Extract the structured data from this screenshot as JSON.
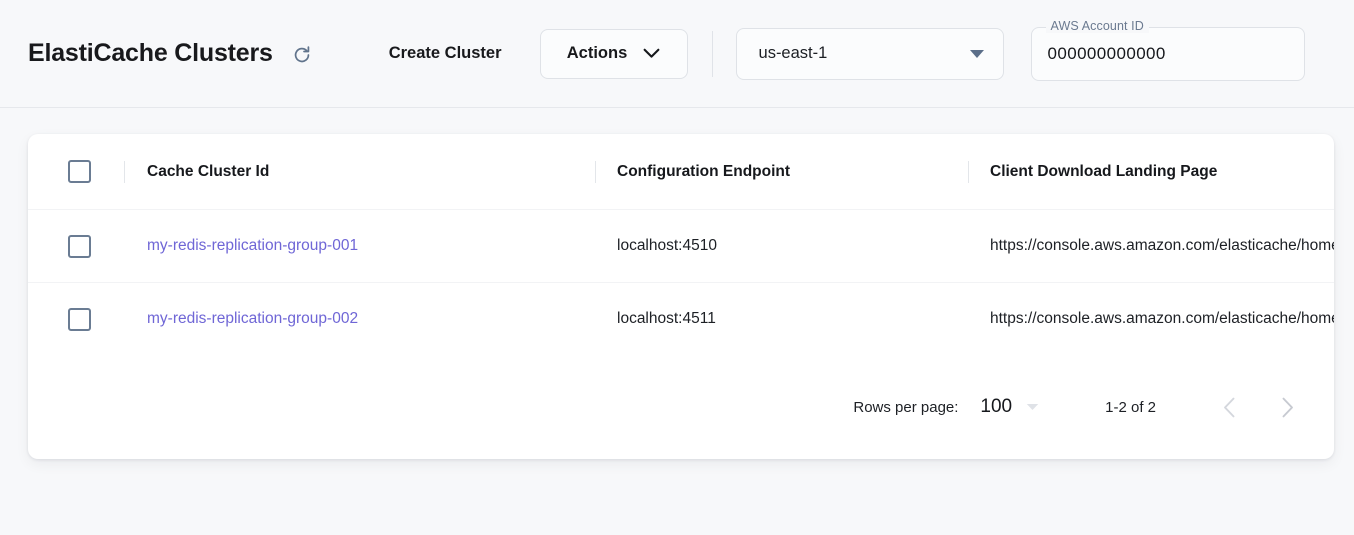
{
  "header": {
    "title": "ElastiCache Clusters",
    "refresh_icon": "refresh-icon",
    "create_cluster_label": "Create Cluster",
    "actions_label": "Actions",
    "actions_caret_icon": "chevron-down-icon",
    "region": {
      "value": "us-east-1",
      "caret_icon": "caret-down-icon"
    },
    "account": {
      "legend": "AWS Account ID",
      "value": "000000000000"
    }
  },
  "table": {
    "columns": [
      "Cache Cluster Id",
      "Configuration Endpoint",
      "Client Download Landing Page"
    ],
    "rows": [
      {
        "cluster_id": "my-redis-replication-group-001",
        "endpoint": "localhost:4510",
        "landing_page": "https://console.aws.amazon.com/elasticache/home"
      },
      {
        "cluster_id": "my-redis-replication-group-002",
        "endpoint": "localhost:4511",
        "landing_page": "https://console.aws.amazon.com/elasticache/home"
      }
    ]
  },
  "pagination": {
    "rows_per_page_label": "Rows per page:",
    "rows_per_page_value": "100",
    "range_label": "1-2 of 2",
    "prev_icon": "chevron-left-icon",
    "next_icon": "chevron-right-icon"
  },
  "colors": {
    "page_bg": "#f7f8fa",
    "card_bg": "#ffffff",
    "link": "#6f66d6",
    "text": "#16181c",
    "muted": "#6b7a90",
    "checkbox_border": "#6a7c93"
  }
}
